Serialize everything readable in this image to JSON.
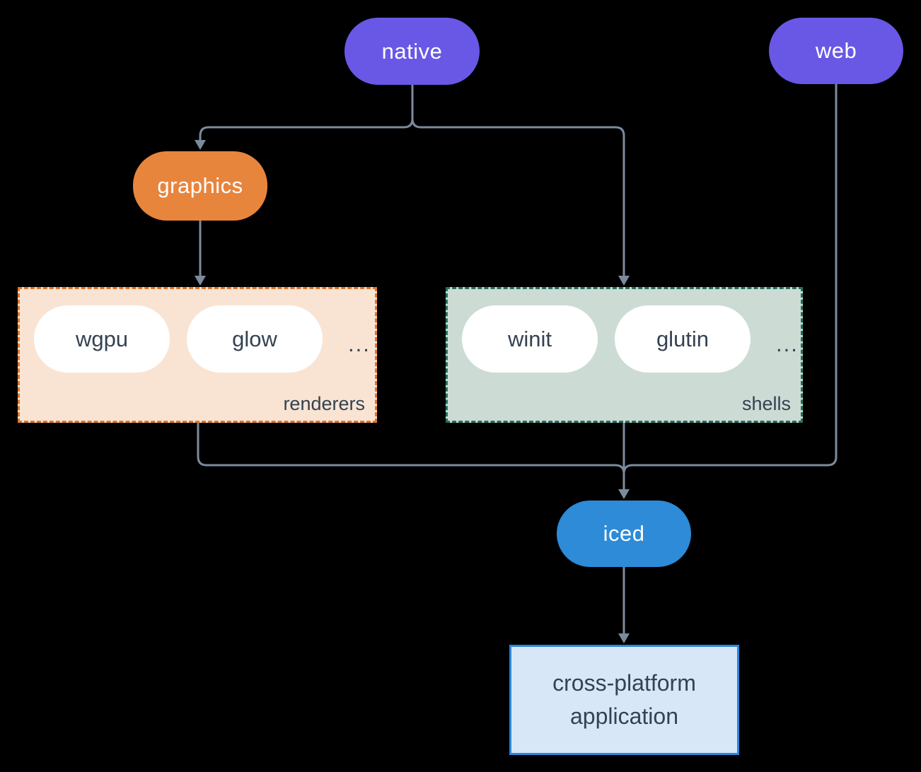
{
  "nodes": {
    "native": {
      "label": "native",
      "color": "#6858e5"
    },
    "web": {
      "label": "web",
      "color": "#6858e5"
    },
    "graphics": {
      "label": "graphics",
      "color": "#e8853d"
    },
    "iced": {
      "label": "iced",
      "color": "#2d8bd8"
    }
  },
  "groups": {
    "renderers": {
      "label": "renderers",
      "items": [
        "wgpu",
        "glow"
      ],
      "ellipsis": "...",
      "bg": "#f9e4d4",
      "border": "#e0762b"
    },
    "shells": {
      "label": "shells",
      "items": [
        "winit",
        "glutin"
      ],
      "ellipsis": "...",
      "bg": "#ccdcd5",
      "border": "#266e5f"
    }
  },
  "application": {
    "label": "cross-platform application",
    "bg": "#d7e7f7",
    "border": "#2d86d8"
  },
  "colors": {
    "background": "#000000",
    "connector": "#7b8b9c",
    "text_dark": "#344251",
    "text_light": "#ffffff",
    "item_pill_bg": "#ffffff"
  }
}
